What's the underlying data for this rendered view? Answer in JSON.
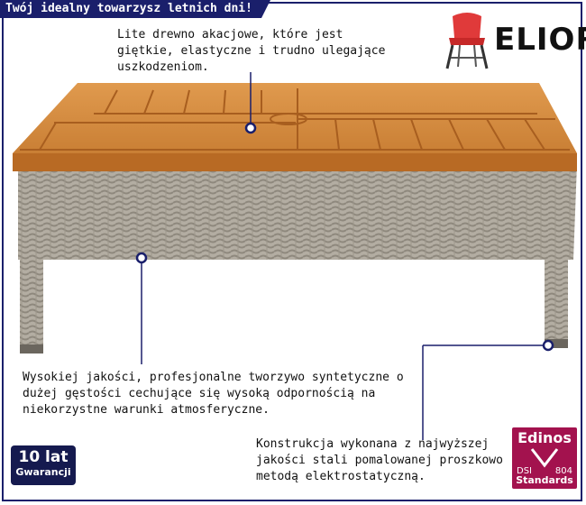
{
  "banner": {
    "text": "Twój idealny towarzysz letnich dni!"
  },
  "brand": {
    "name": "ELIOR"
  },
  "callouts": [
    {
      "text": "Lite drewno akacjowe, które jest giętkie, elastyczne i trudno ulegające uszkodzeniom."
    },
    {
      "text": "Wysokiej jakości, profesjonalne tworzywo syntetyczne o dużej gęstości cechujące się wysoką odpornością na niekorzystne warunki atmosferyczne."
    },
    {
      "text": "Konstrukcja wykonana z najwyższej jakości stali pomalowanej proszkowo metodą elektrostatyczną."
    }
  ],
  "warranty": {
    "years": "10 lat",
    "label": "Gwarancji"
  },
  "certificate": {
    "name": "Edinos",
    "left": "DSI",
    "right": "804",
    "label": "Standards"
  },
  "colors": {
    "navy": "#1a1f6b",
    "wood": "#d98a3a",
    "rattan": "#a9a398",
    "badge": "#a3124e",
    "chair_red": "#e03a3a"
  }
}
